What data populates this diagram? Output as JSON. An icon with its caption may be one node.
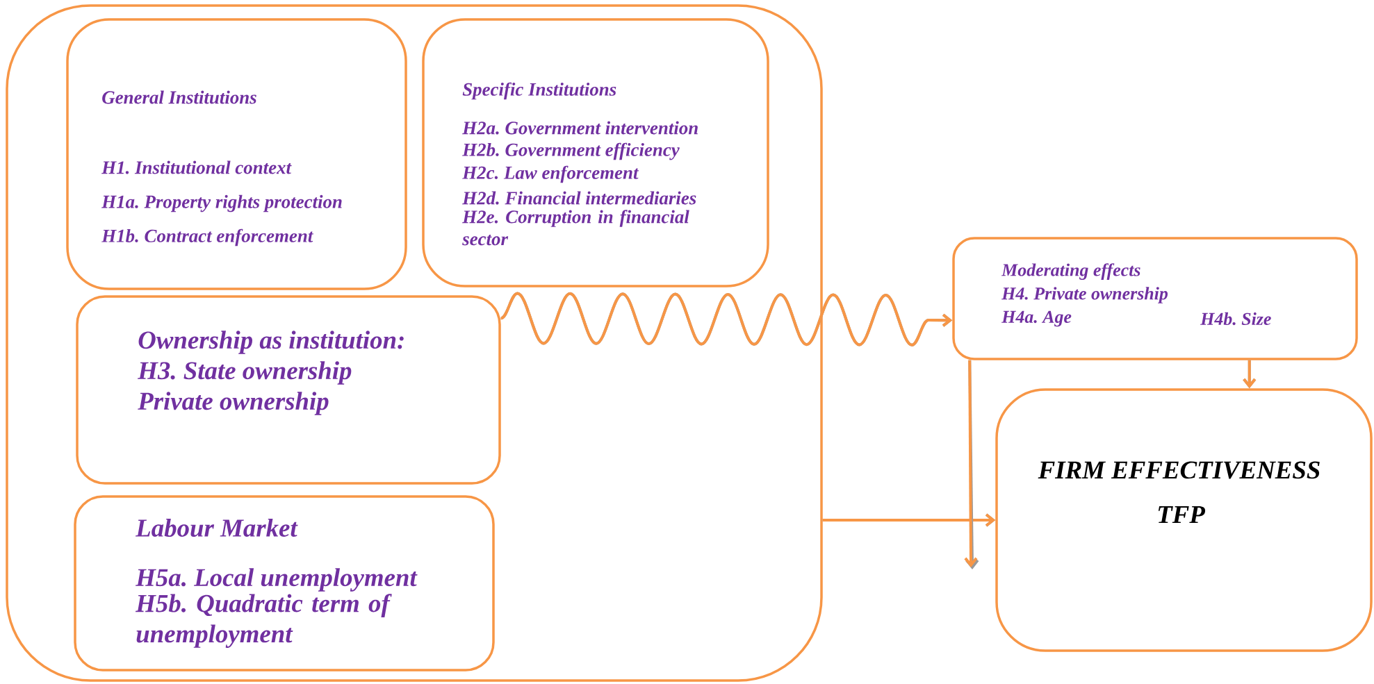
{
  "diagram": {
    "nodes": [
      {
        "text": [],
        "shape": "box"
      },
      {
        "text": [
          "General Institutions",
          "H1. Institutional context",
          "H1a. Property rights protection",
          "H1b. Contract enforcement"
        ],
        "in": 0
      },
      {
        "text": [
          "Specific Institutions",
          "H2a. Government intervention",
          "H2b. Government efficiency",
          "H2c. Law enforcement",
          "H2d. Financial intermediaries",
          "H2e. Corruption in financial sector"
        ],
        "in": 0
      },
      {
        "text": [
          "Ownership as institution:",
          "H3. State ownership",
          "Private ownership"
        ],
        "in": 0
      },
      {
        "text": [
          "Labour Market",
          "H5a. Local unemployment",
          "H5b. Quadratic term of unemployment"
        ],
        "in": 0
      },
      {
        "text": [
          "Moderating effects",
          "H4. Private ownership",
          "H4a. Age",
          "H4b. Size"
        ]
      },
      {
        "text": [
          "FIRM EFFECTIVENESS",
          "TFP"
        ]
      }
    ],
    "edges": [
      {
        "from": 3,
        "to": 5,
        "arrow": "to"
      },
      {
        "from": 0,
        "to": 6,
        "arrow": "to"
      },
      {
        "from": 5,
        "to": 6,
        "arrow": "to"
      },
      {
        "from": 5,
        "to": null,
        "arrow": "to"
      }
    ]
  }
}
